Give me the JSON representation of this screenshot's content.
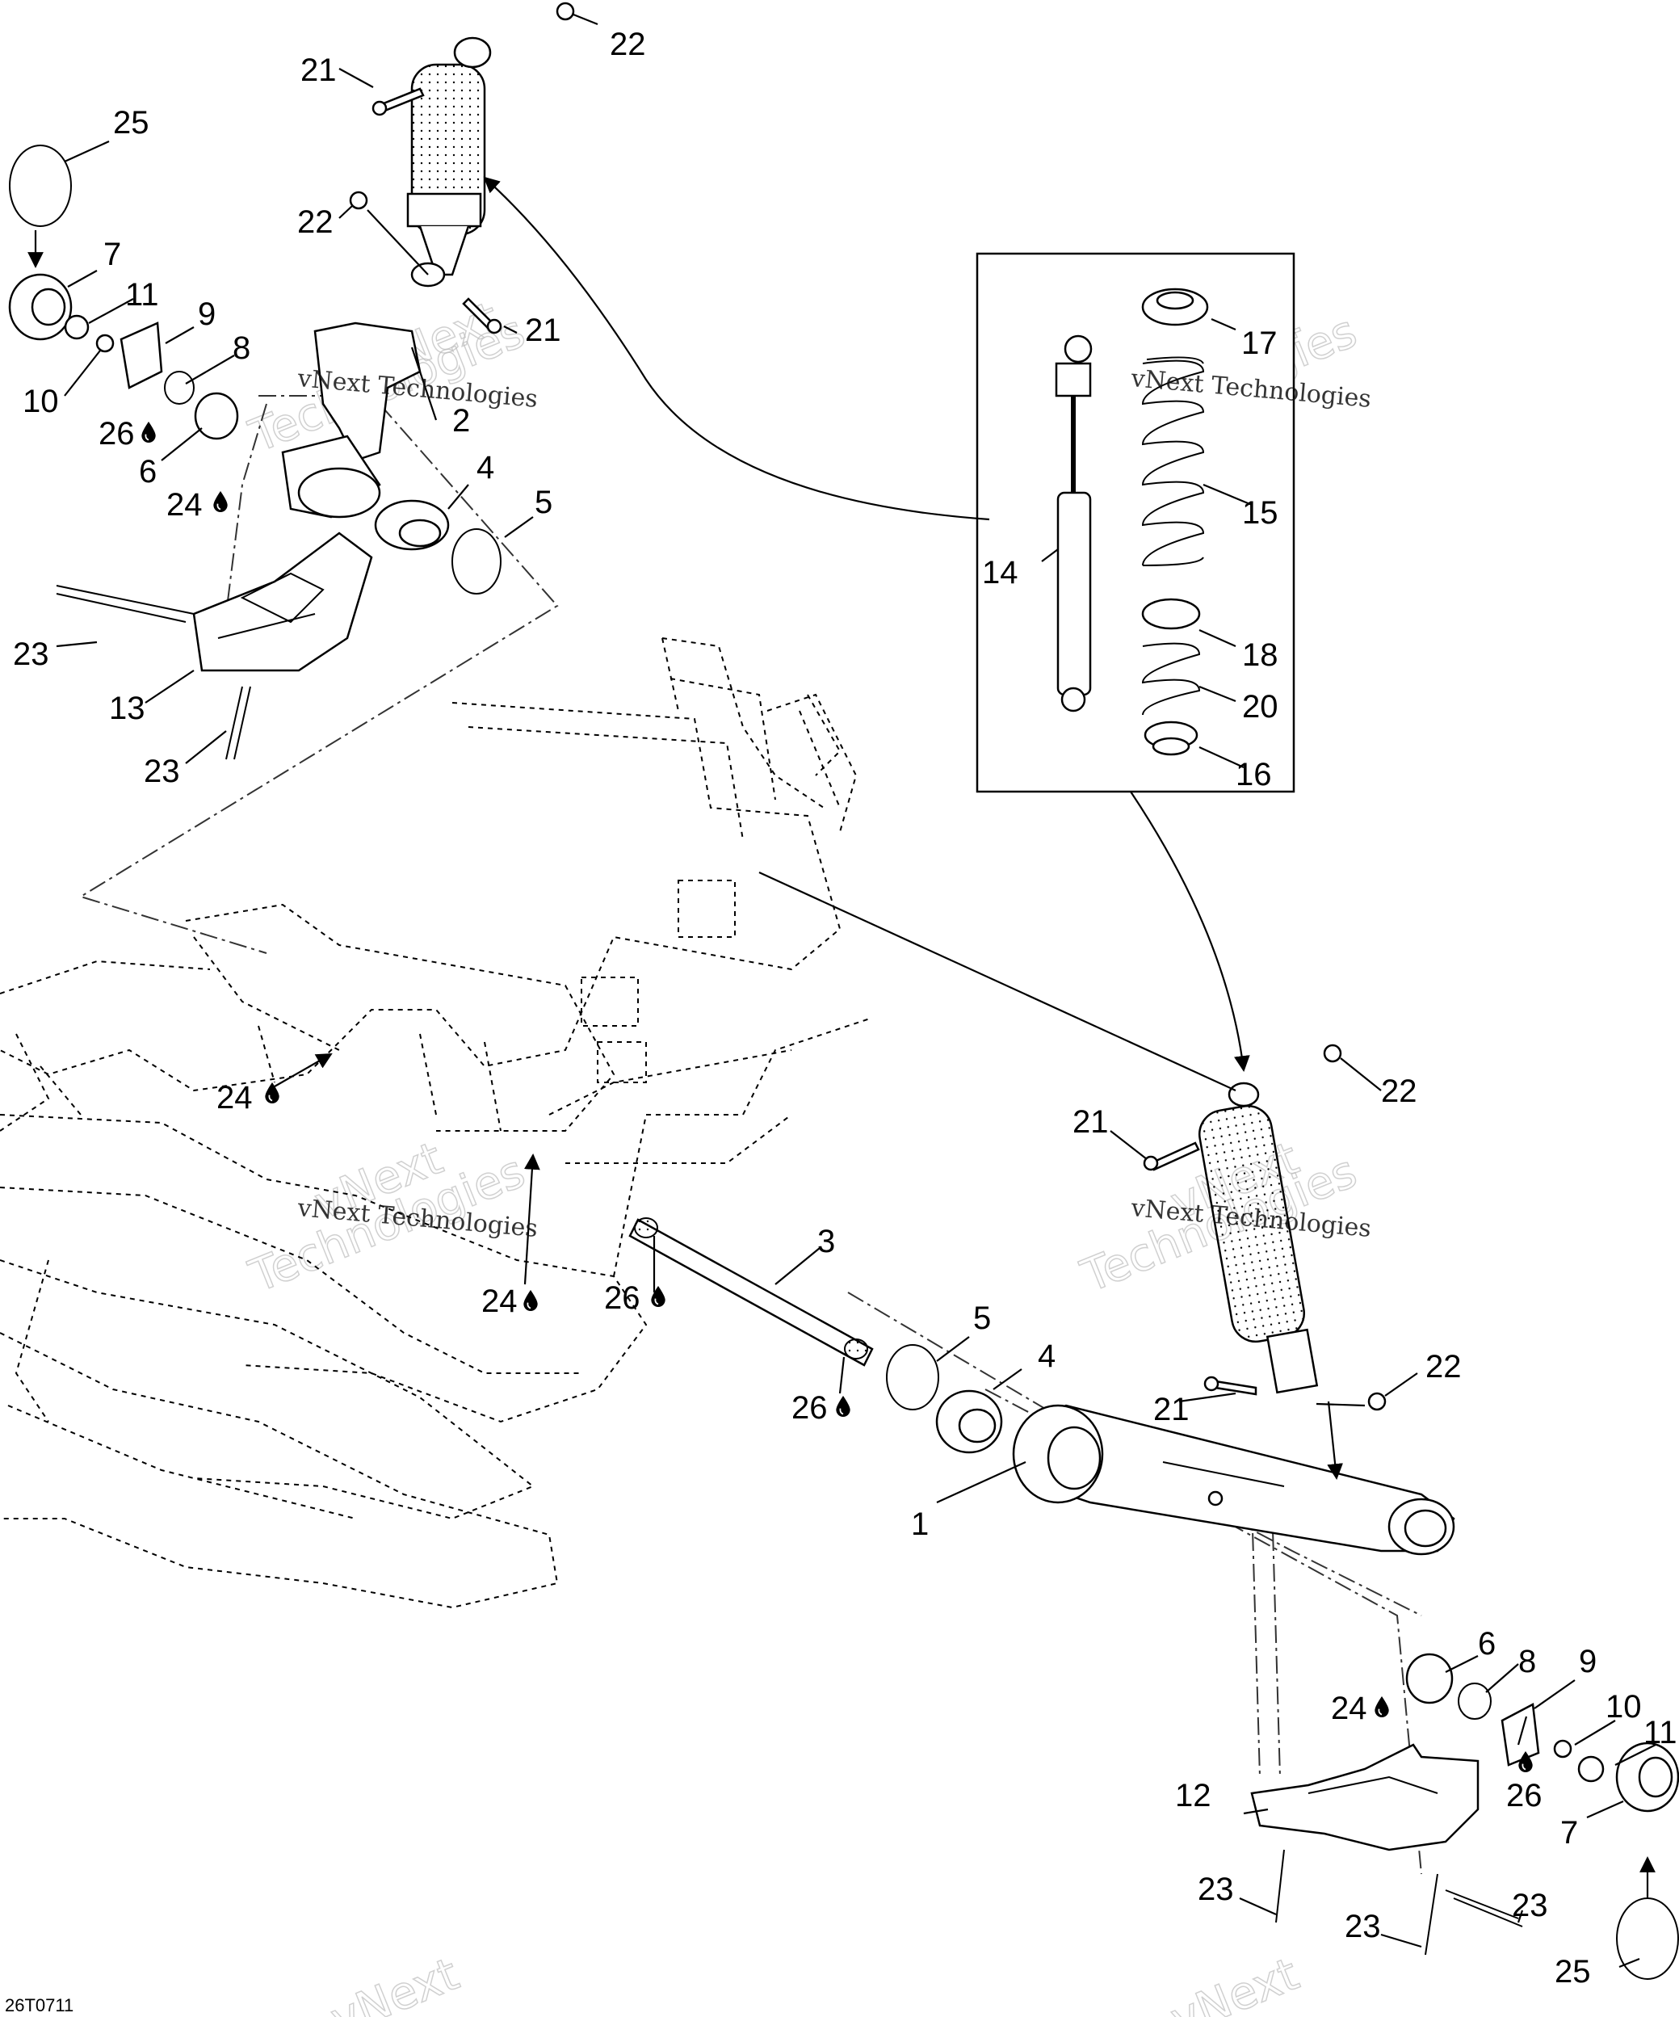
{
  "diagram": {
    "reference_code": "26T0711",
    "watermark_line": "vNext Technologies",
    "watermark_ghost": "vNext",
    "watermark_ghost_2": "Technologies",
    "callouts": [
      {
        "id": "c22a",
        "label": "22"
      },
      {
        "id": "c21a",
        "label": "21"
      },
      {
        "id": "c25a",
        "label": "25"
      },
      {
        "id": "c22b",
        "label": "22"
      },
      {
        "id": "c7a",
        "label": "7"
      },
      {
        "id": "c11a",
        "label": "11"
      },
      {
        "id": "c9a",
        "label": "9"
      },
      {
        "id": "c21b",
        "label": "21"
      },
      {
        "id": "c8a",
        "label": "8"
      },
      {
        "id": "c10a",
        "label": "10"
      },
      {
        "id": "c2",
        "label": "2"
      },
      {
        "id": "c26a",
        "label": "26"
      },
      {
        "id": "c6a",
        "label": "6"
      },
      {
        "id": "c4a",
        "label": "4"
      },
      {
        "id": "c24a",
        "label": "24"
      },
      {
        "id": "c5a",
        "label": "5"
      },
      {
        "id": "c23a",
        "label": "23"
      },
      {
        "id": "c13",
        "label": "13"
      },
      {
        "id": "c23b",
        "label": "23"
      },
      {
        "id": "c17",
        "label": "17"
      },
      {
        "id": "c15",
        "label": "15"
      },
      {
        "id": "c14",
        "label": "14"
      },
      {
        "id": "c18",
        "label": "18"
      },
      {
        "id": "c20",
        "label": "20"
      },
      {
        "id": "c16",
        "label": "16"
      },
      {
        "id": "c22c",
        "label": "22"
      },
      {
        "id": "c21c",
        "label": "21"
      },
      {
        "id": "c24b",
        "label": "24"
      },
      {
        "id": "c3",
        "label": "3"
      },
      {
        "id": "c24c",
        "label": "24"
      },
      {
        "id": "c26b",
        "label": "26"
      },
      {
        "id": "c5b",
        "label": "5"
      },
      {
        "id": "c4b",
        "label": "4"
      },
      {
        "id": "c22d",
        "label": "22"
      },
      {
        "id": "c26c",
        "label": "26"
      },
      {
        "id": "c21d",
        "label": "21"
      },
      {
        "id": "c1",
        "label": "1"
      },
      {
        "id": "c6b",
        "label": "6"
      },
      {
        "id": "c8b",
        "label": "8"
      },
      {
        "id": "c9b",
        "label": "9"
      },
      {
        "id": "c10b",
        "label": "10"
      },
      {
        "id": "c24d",
        "label": "24"
      },
      {
        "id": "c11b",
        "label": "11"
      },
      {
        "id": "c12",
        "label": "12"
      },
      {
        "id": "c26d",
        "label": "26"
      },
      {
        "id": "c7b",
        "label": "7"
      },
      {
        "id": "c23c",
        "label": "23"
      },
      {
        "id": "c23d",
        "label": "23"
      },
      {
        "id": "c23e",
        "label": "23"
      },
      {
        "id": "c25b",
        "label": "25"
      }
    ],
    "icons": {
      "lubricant_drop": "lubricant-drop-icon"
    }
  }
}
